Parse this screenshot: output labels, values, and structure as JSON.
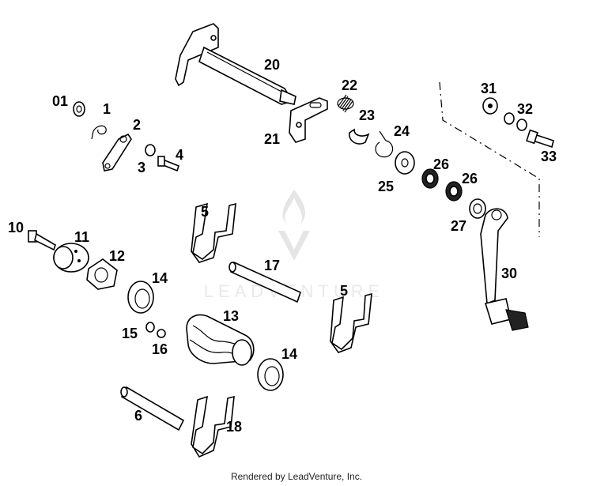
{
  "diagram": {
    "labels": {
      "l01": "01",
      "l1": "1",
      "l2": "2",
      "l3": "3",
      "l4": "4",
      "l5a": "5",
      "l5b": "5",
      "l6": "6",
      "l10": "10",
      "l11": "11",
      "l12": "12",
      "l13": "13",
      "l14a": "14",
      "l14b": "14",
      "l15": "15",
      "l16": "16",
      "l17": "17",
      "l18": "18",
      "l20": "20",
      "l21": "21",
      "l22": "22",
      "l23": "23",
      "l24": "24",
      "l25": "25",
      "l26a": "26",
      "l26b": "26",
      "l27": "27",
      "l30": "30",
      "l31": "31",
      "l32": "32",
      "l33": "33"
    }
  },
  "watermark": {
    "text": "LEADVENTURE"
  },
  "footer": {
    "text": "Rendered by LeadVenture, Inc."
  }
}
